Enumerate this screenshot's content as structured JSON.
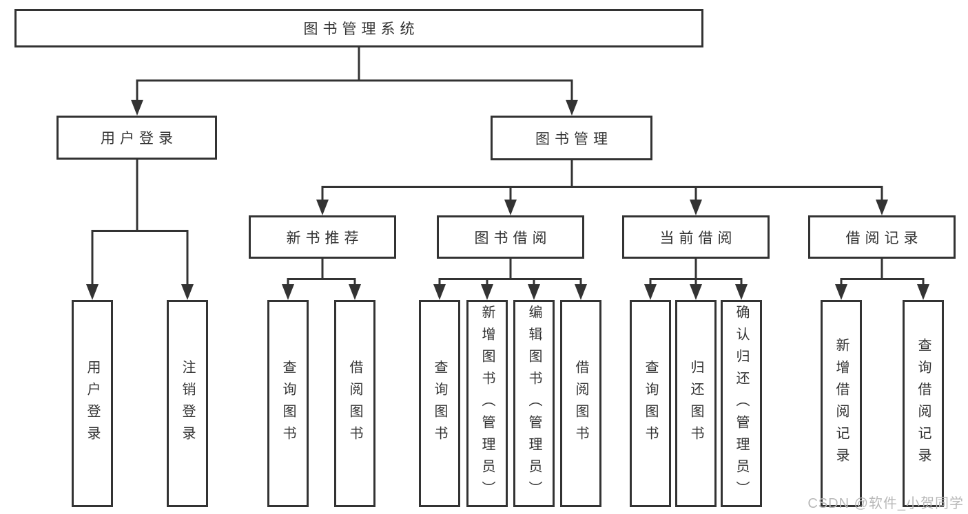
{
  "colors": {
    "background": "#ffffff",
    "line": "#333333",
    "box_border": "#333333",
    "text": "#333333",
    "watermark": "#b9b9b9"
  },
  "watermark": {
    "text": "CSDN @软件_小贺同学"
  },
  "tree": {
    "root_label": "图书管理系统",
    "branches": [
      {
        "label": "用户登录",
        "leaves": [
          "用户登录",
          "注销登录"
        ]
      },
      {
        "label": "图书管理",
        "children": [
          {
            "label": "新书推荐",
            "leaves": [
              "查询图书",
              "借阅图书"
            ]
          },
          {
            "label": "图书借阅",
            "leaves": [
              "查询图书",
              "新增图书（管理员）",
              "编辑图书（管理员）",
              "借阅图书"
            ]
          },
          {
            "label": "当前借阅",
            "leaves": [
              "查询图书",
              "归还图书",
              "确认归还（管理员）"
            ]
          },
          {
            "label": "借阅记录",
            "leaves": [
              "新增借阅记录",
              "查询借阅记录"
            ]
          }
        ]
      }
    ]
  }
}
